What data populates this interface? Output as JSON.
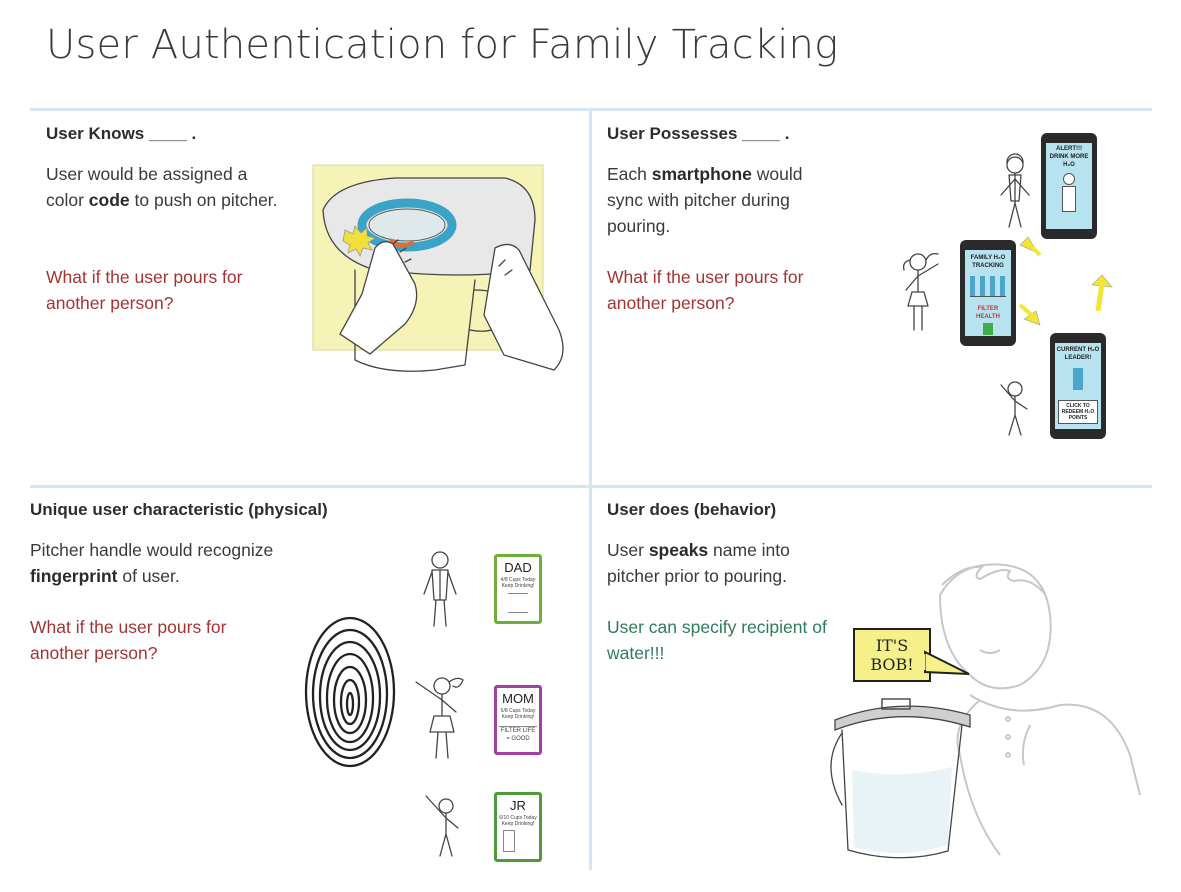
{
  "title": "User Authentication for Family Tracking",
  "quadrants": {
    "knows": {
      "heading": "User Knows ____ .",
      "body_pre": "User would be assigned a color ",
      "body_bold": "code",
      "body_post": " to push on pitcher.",
      "question": "What if the user pours for another person?"
    },
    "possesses": {
      "heading": "User Possesses ____ .",
      "body_pre": "Each ",
      "body_bold": "smartphone",
      "body_post": " would sync with pitcher during pouring.",
      "question": "What if the user pours for another person?",
      "phones": [
        {
          "title": "ALERT!!! DRINK MORE H₂O"
        },
        {
          "title": "FAMILY H₂O TRACKING",
          "footer": "FILTER HEALTH"
        },
        {
          "title": "CURRENT H₂O LEADER!",
          "footer": "CLICK TO REDEEM H₂O POINTS"
        }
      ]
    },
    "characteristic": {
      "heading": "Unique user characteristic (physical)",
      "body_pre": "Pitcher handle would recognize ",
      "body_bold": "fingerprint",
      "body_post": " of user.",
      "question": "What if the user pours for another person?",
      "cards": [
        {
          "name": "DAD",
          "line": "4/8 Cups Today Keep Drinking!",
          "color": "#6fae3a"
        },
        {
          "name": "MOM",
          "line": "6/8 Cups Today Keep Drinking!",
          "extra": "FILTER LIFE = GOOD",
          "color": "#a43fa4"
        },
        {
          "name": "JR",
          "line": "6/10 Cups Today Keep Drinking!",
          "color": "#4f9a3a"
        }
      ]
    },
    "does": {
      "heading": "User does (behavior)",
      "body_pre": "User ",
      "body_bold": "speaks",
      "body_post": " name into pitcher prior to pouring.",
      "note": "User can specify recipient of water!!!",
      "speech": "IT'S BOB!"
    }
  },
  "colors": {
    "divider": "#d3e7f2",
    "question": "#a33434",
    "note": "#2d7d5a",
    "accent_yellow": "#f6f08a"
  }
}
